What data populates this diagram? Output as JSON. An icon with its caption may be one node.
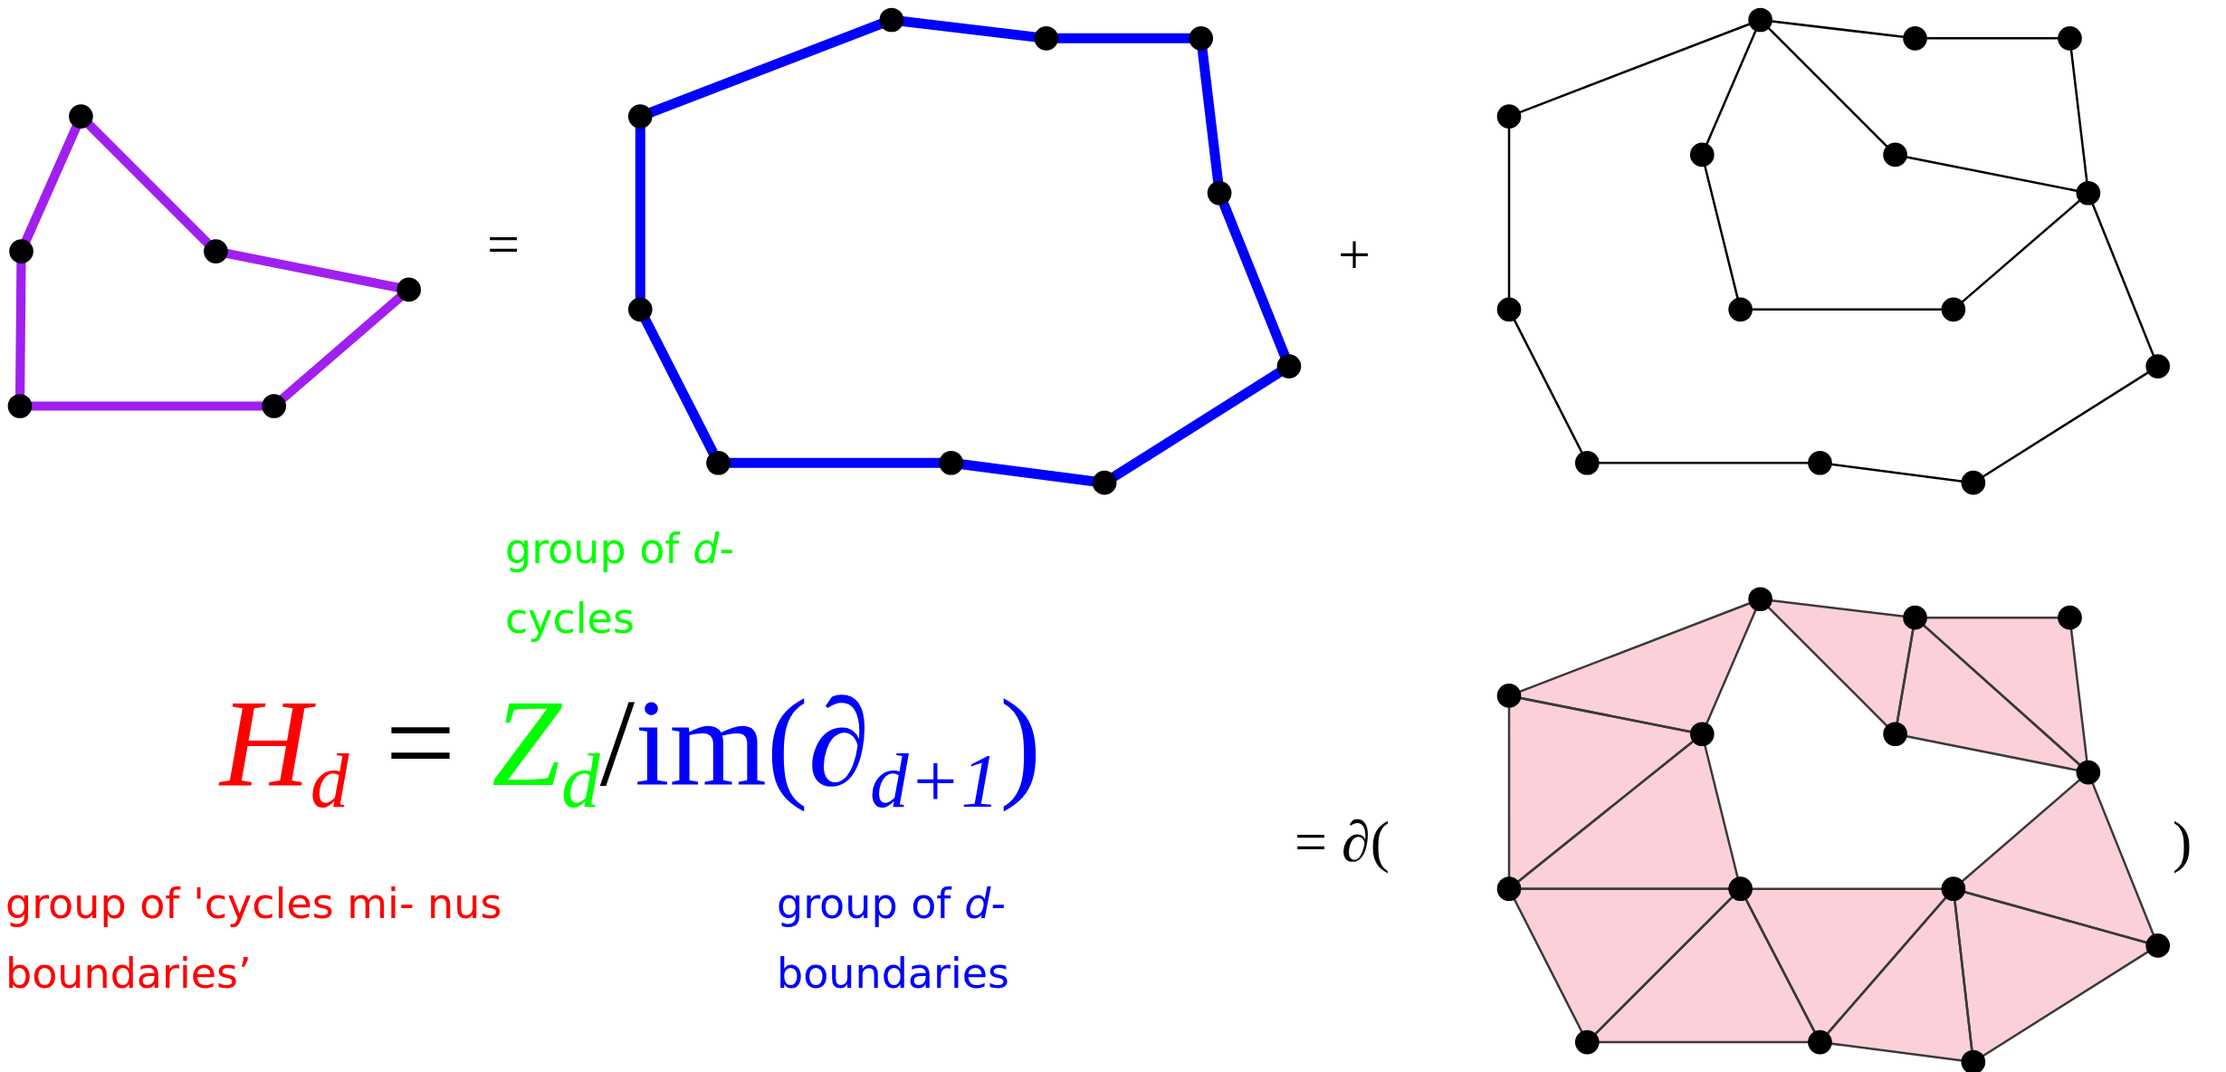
{
  "diagram": {
    "labels": [
      "=",
      "+",
      "group of *d*-cycles",
      "H$_{d}$",
      "=",
      "Z$_{d}$",
      "/",
      "im(∂$_{d+1}$)",
      "group of 'cycles mi- nus boundaries’",
      "group of *d*- boundaries",
      "= ∂(",
      ")"
    ]
  }
}
